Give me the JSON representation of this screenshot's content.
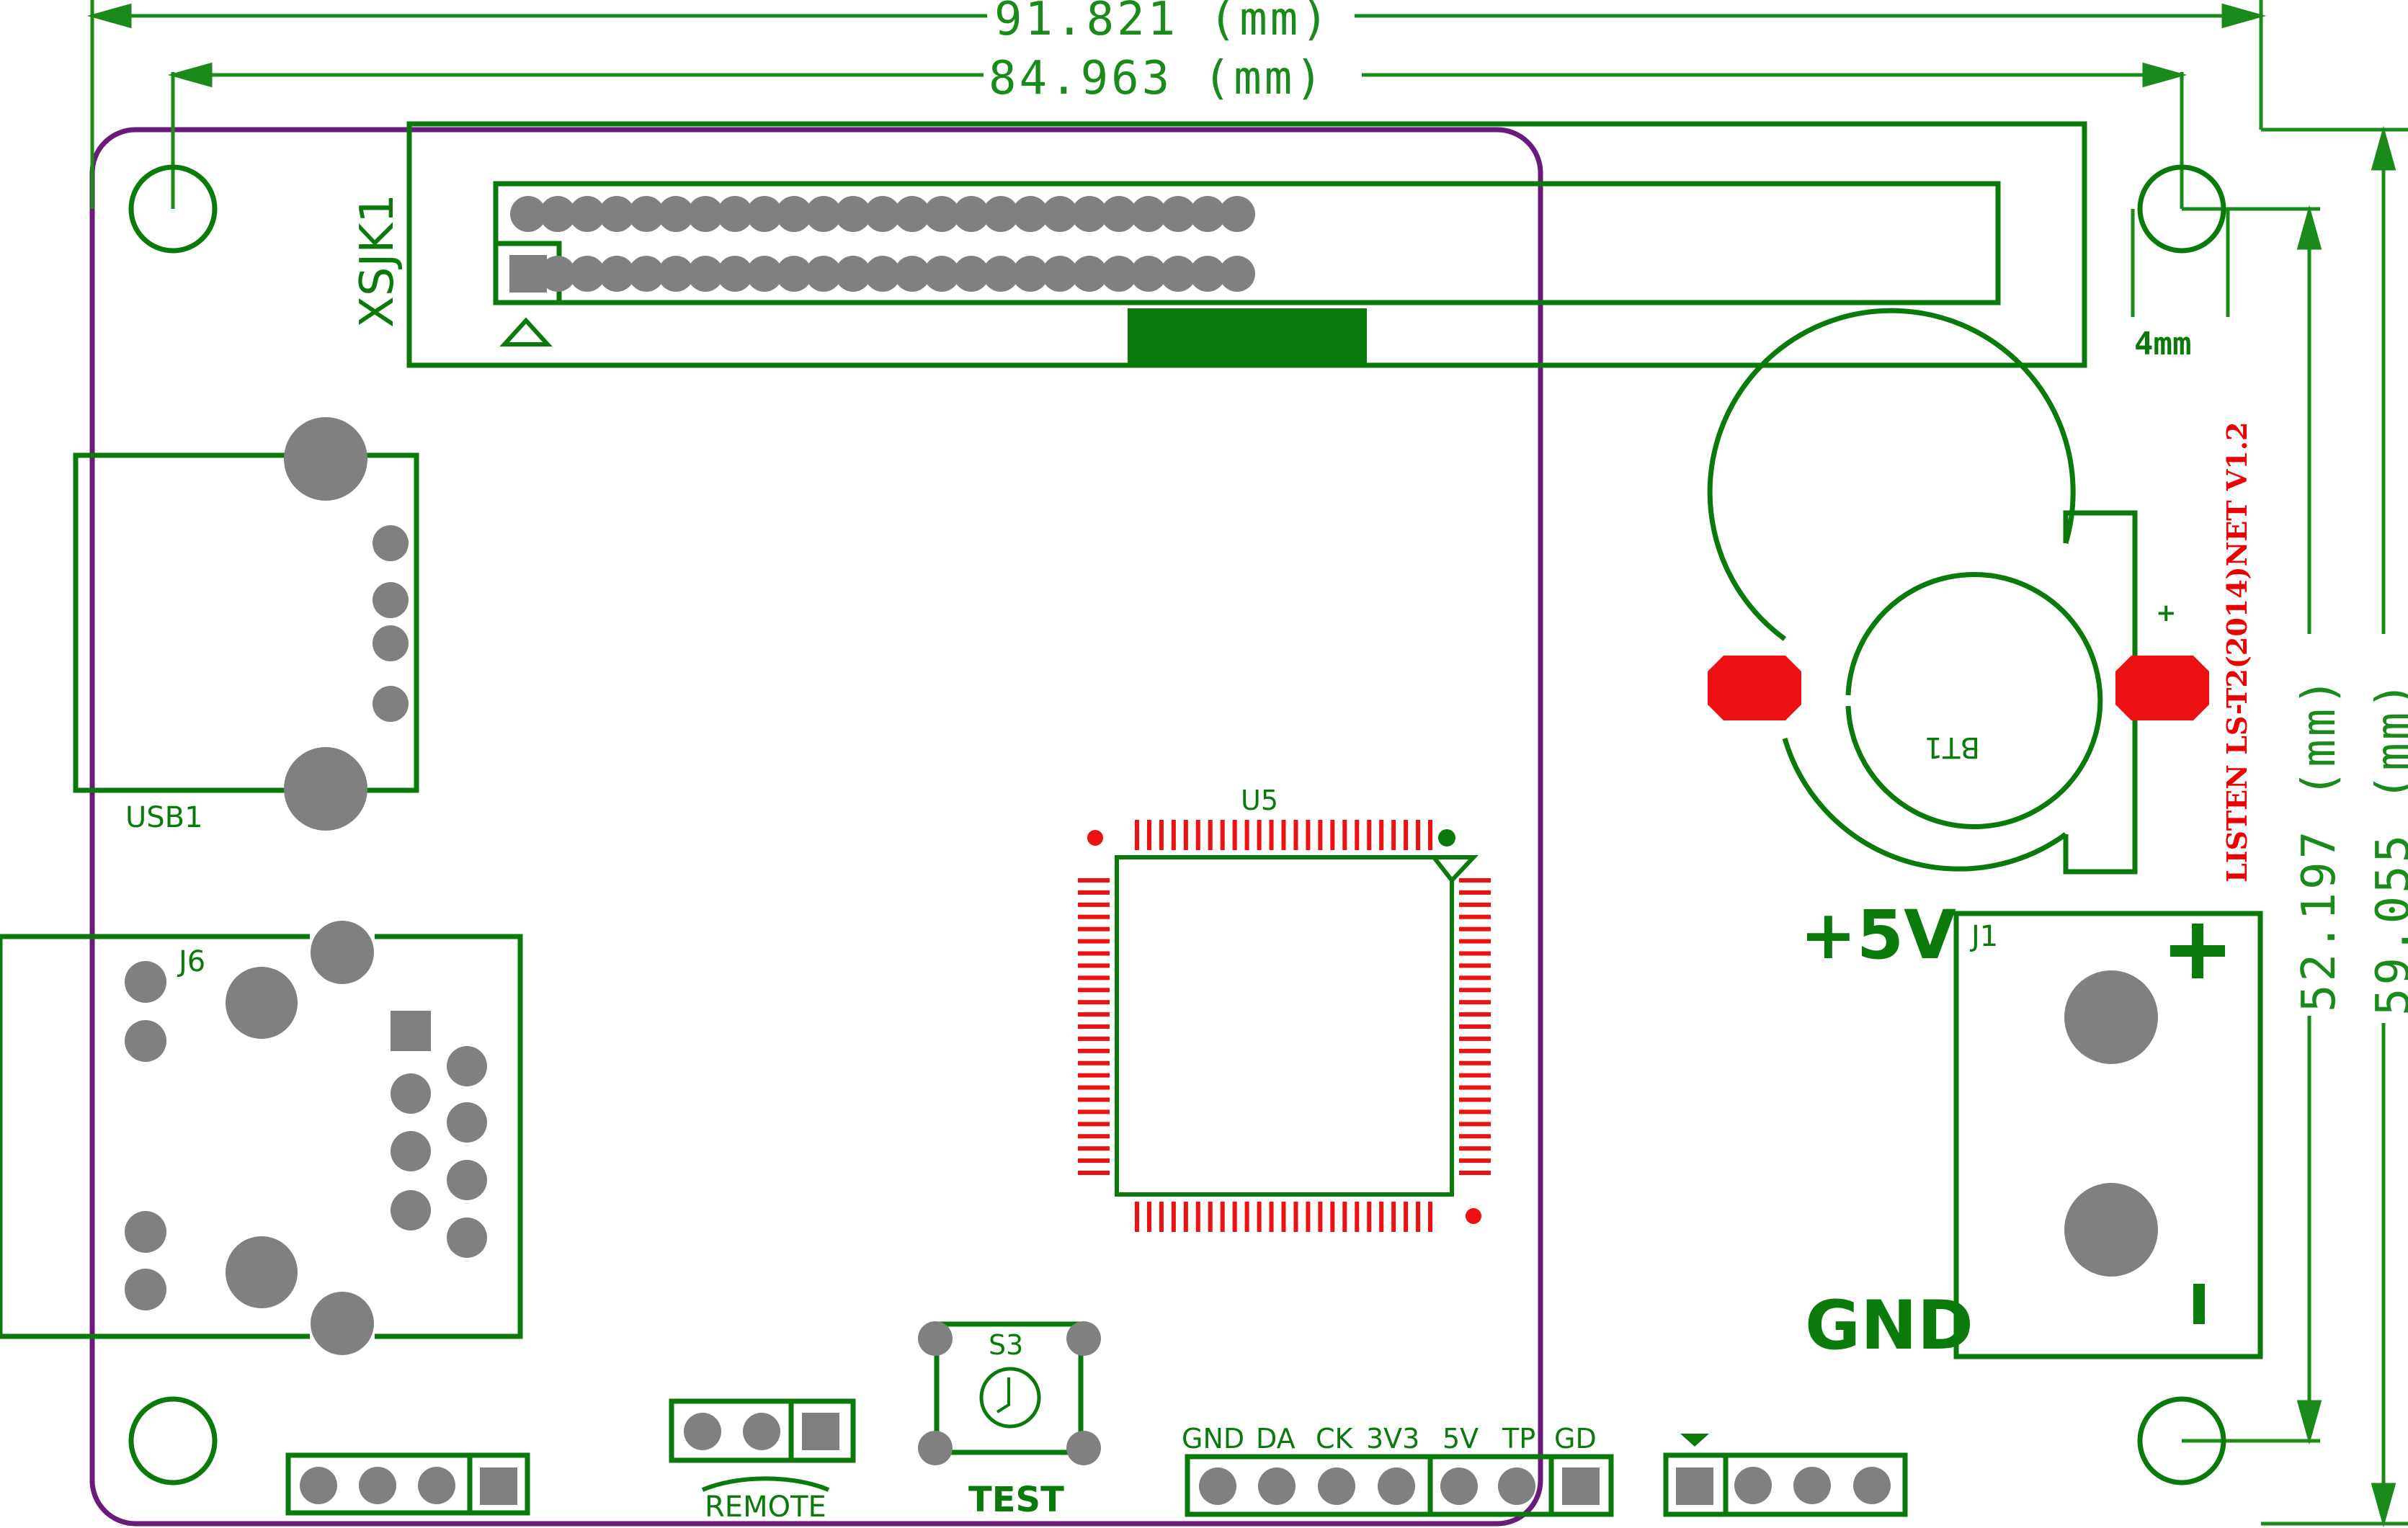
{
  "dimensions": {
    "outer_width": "91.821 (mm)",
    "inner_width": "84.963 (mm)",
    "inner_height": "52.197 (mm)",
    "outer_height": "59.055 (mm)",
    "hole": "4mm"
  },
  "labels": {
    "xsjk1": "XSJK1",
    "usb1": "USB1",
    "j6": "J6",
    "u5": "U5",
    "bt1": "BT1",
    "j1": "J1",
    "plus5v": "+5V",
    "gnd": "GND",
    "plus": "+",
    "minus": "-",
    "battery_plus": "+",
    "s3": "S3",
    "test": "TEST",
    "remote": "REMOTE",
    "board_name": "LISTEN LS-T2(2014)NET V1.2"
  },
  "header_pins": [
    "GND",
    "DA",
    "CK",
    "3V3",
    "5V",
    "TP",
    "GD"
  ],
  "colors": {
    "silkscreen": "#0a7a0a",
    "outline": "#6a1a7a",
    "pad": "#808080",
    "smd": "#ee1111"
  }
}
